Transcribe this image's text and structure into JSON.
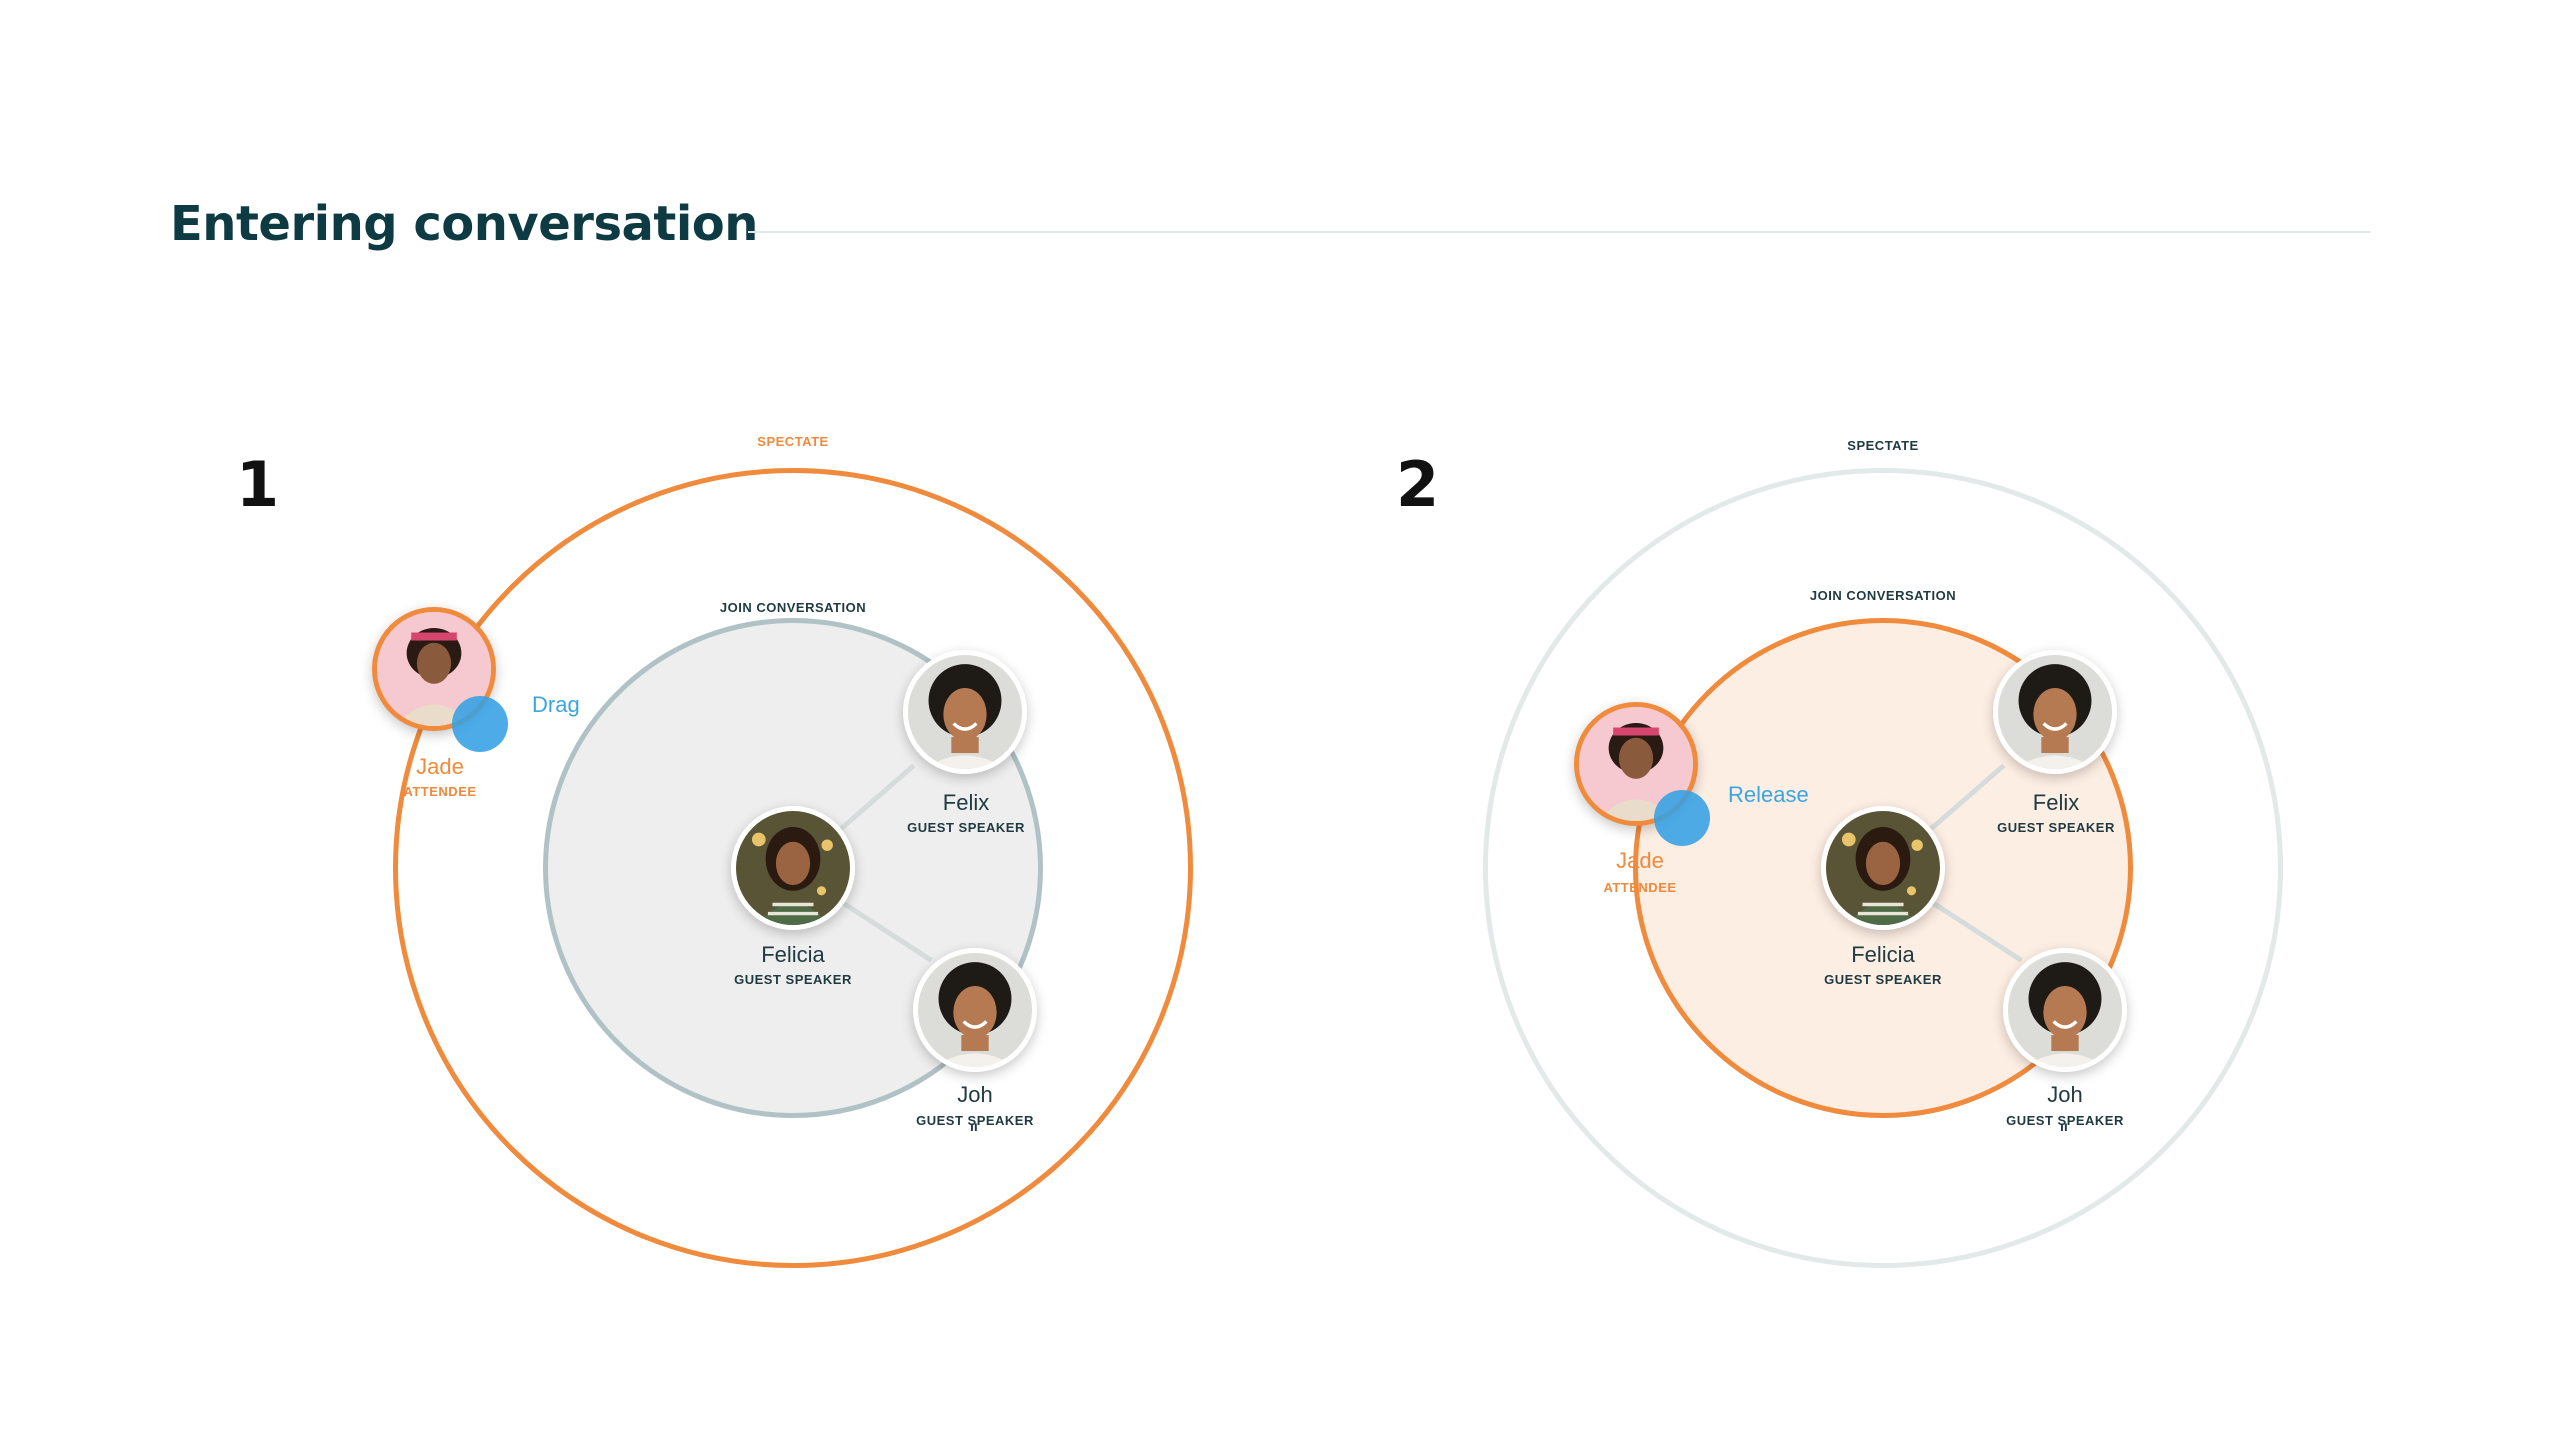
{
  "page": {
    "title": "Entering conversation"
  },
  "steps": [
    {
      "number": "1",
      "outer_label": "SPECTATE",
      "inner_label": "JOIN CONVERSATION",
      "gesture": "Drag",
      "attendee": {
        "name": "Jade",
        "role": "ATTENDEE"
      },
      "speakers": [
        {
          "name": "Felix",
          "role": "GUEST SPEAKER"
        },
        {
          "name": "Felicia",
          "role": "GUEST SPEAKER"
        },
        {
          "name": "Joh",
          "role": "GUEST SPEAKER"
        }
      ]
    },
    {
      "number": "2",
      "outer_label": "SPECTATE",
      "inner_label": "JOIN CONVERSATION",
      "gesture": "Release",
      "attendee": {
        "name": "Jade",
        "role": "ATTENDEE"
      },
      "speakers": [
        {
          "name": "Felix",
          "role": "GUEST SPEAKER"
        },
        {
          "name": "Felicia",
          "role": "GUEST SPEAKER"
        },
        {
          "name": "Joh",
          "role": "GUEST SPEAKER"
        }
      ]
    }
  ],
  "colors": {
    "title": "#0e3b43",
    "accent_orange": "#f08a3c",
    "inactive_ring": "#e3e8e9",
    "inner_ring_gray": "#b0c2c6",
    "inner_fill_gray": "#eeeeee",
    "inner_fill_peach": "#fdeee3",
    "gesture_blue": "#3aa6e0"
  },
  "icons": [
    "drag-cursor-icon",
    "release-cursor-icon",
    "avatar-photo"
  ]
}
